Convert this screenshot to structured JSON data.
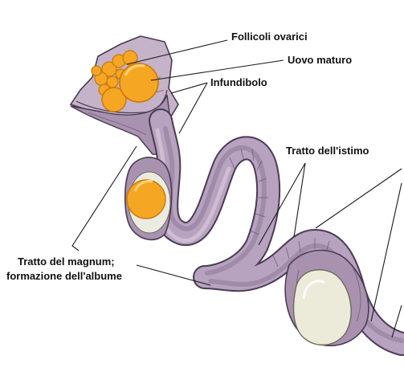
{
  "labels": {
    "follicles": "Follicoli ovarici",
    "mature_egg": "Uovo maturo",
    "infundibulum": "Infundibolo",
    "isthmus": "Tratto dell'istimo",
    "magnum_line1": "Tratto del magnum;",
    "magnum_line2": "formazione dell'albume"
  },
  "colors": {
    "yolk": "#f5a623",
    "yolk_dark": "#c9780a",
    "tract": "#b7a2bf",
    "tract_dark": "#4a3b52",
    "shell_egg": "#ecebd9",
    "ovary": "#c4b3c9"
  }
}
